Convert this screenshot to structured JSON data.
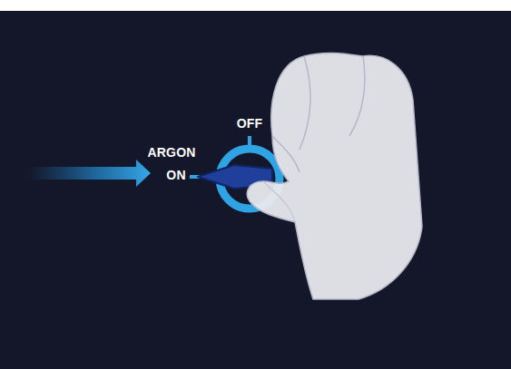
{
  "diagram": {
    "labels": [
      "OFF",
      "ARGON",
      "ON"
    ]
  }
}
